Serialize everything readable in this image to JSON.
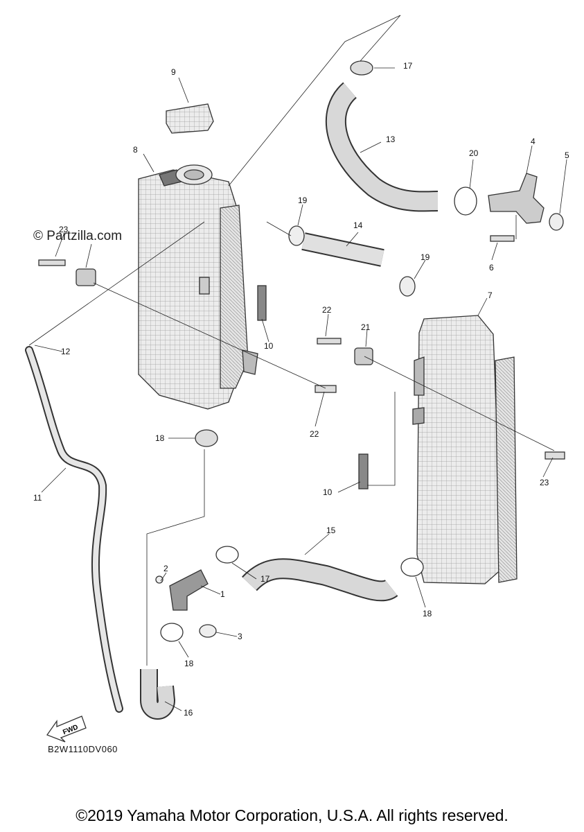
{
  "watermark": "© Partzilla.com",
  "diagram_code": "B2W1110DV060",
  "copyright": "©2019 Yamaha Motor Corporation, U.S.A. All rights reserved.",
  "fwd_label": "FWD",
  "callouts": {
    "c1": "1",
    "c2": "2",
    "c3": "3",
    "c4": "4",
    "c5": "5",
    "c6": "6",
    "c7": "7",
    "c8": "8",
    "c9": "9",
    "c10a": "10",
    "c10b": "10",
    "c11": "11",
    "c12": "12",
    "c13": "13",
    "c14": "14",
    "c15": "15",
    "c16": "16",
    "c17a": "17",
    "c17b": "17",
    "c18a": "18",
    "c18b": "18",
    "c18c": "18",
    "c19a": "19",
    "c19b": "19",
    "c20": "20",
    "c21": "21",
    "c22a": "22",
    "c22b": "22",
    "c23a": "23",
    "c23b": "23"
  },
  "colors": {
    "line": "#222222",
    "part_fill": "#d9d9d9",
    "background": "#ffffff"
  }
}
